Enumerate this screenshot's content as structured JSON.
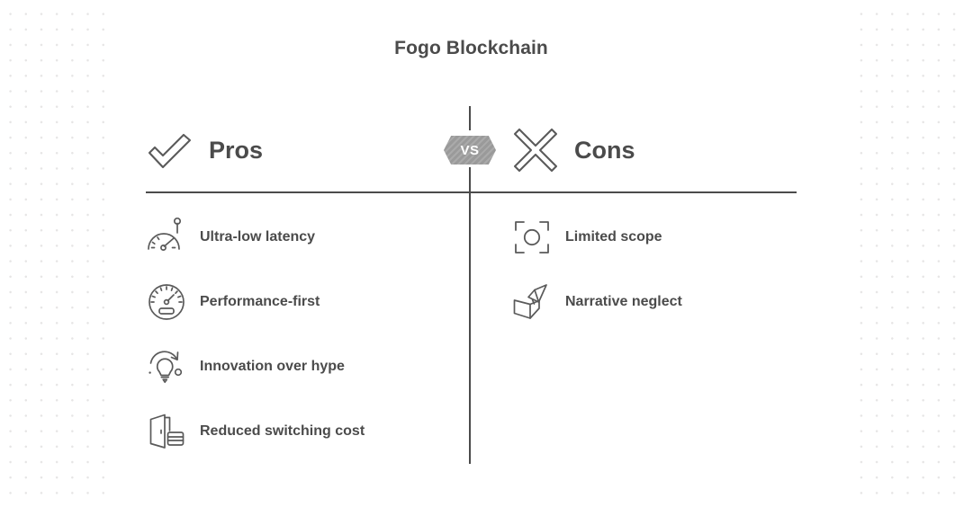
{
  "page": {
    "title": "Fogo Blockchain",
    "background_color": "#ffffff",
    "dot_color": "#e6e5e5",
    "text_color": "#4b4b4b",
    "divider_color": "#4b4b4b",
    "badge_color": "#9a9a9a"
  },
  "versus_badge": {
    "label": "VS"
  },
  "columns": {
    "pros": {
      "heading": "Pros",
      "icon": "checkmark-icon",
      "items": [
        {
          "label": "Ultra-low latency",
          "icon": "speedometer-pin-icon"
        },
        {
          "label": "Performance-first",
          "icon": "dashboard-gauge-icon"
        },
        {
          "label": "Innovation over hype",
          "icon": "lightbulb-arrow-icon"
        },
        {
          "label": "Reduced switching cost",
          "icon": "door-card-icon"
        }
      ]
    },
    "cons": {
      "heading": "Cons",
      "icon": "cross-x-icon",
      "items": [
        {
          "label": "Limited scope",
          "icon": "focus-frame-circle-icon"
        },
        {
          "label": "Narrative neglect",
          "icon": "book-megaphone-icon"
        }
      ]
    }
  }
}
